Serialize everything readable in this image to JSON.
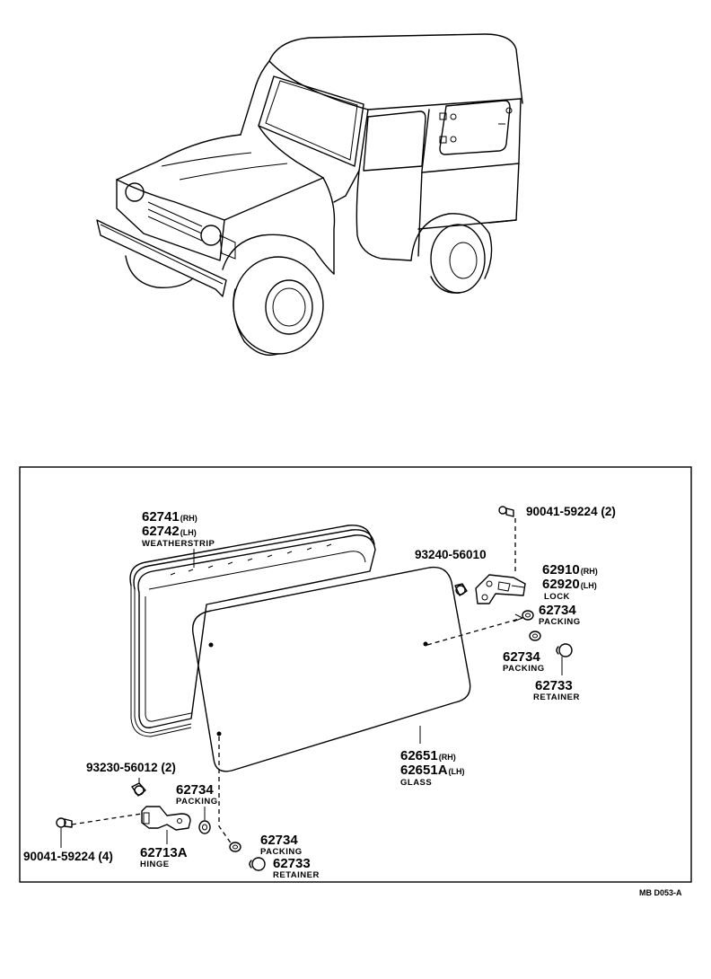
{
  "drawing_code": "MB D053-A",
  "vehicle": {
    "illustration": "vehicle-hardtop-outline"
  },
  "parts": {
    "weatherstrip": {
      "pn_rh": "62741",
      "sfx_rh": "(RH)",
      "pn_lh": "62742",
      "sfx_lh": "(LH)",
      "name": "WEATHERSTRIP"
    },
    "glass": {
      "pn_rh": "62651",
      "sfx_rh": "(RH)",
      "pn_lh": "62651A",
      "sfx_lh": "(LH)",
      "name": "GLASS"
    },
    "lock": {
      "pn_rh": "62910",
      "sfx_rh": "(RH)",
      "pn_lh": "62920",
      "sfx_lh": "(LH)",
      "name": "LOCK"
    },
    "hinge": {
      "pn": "62713A",
      "name": "HINGE"
    },
    "screw_top": {
      "text": "90041-59224 (2)"
    },
    "screw_hinge": {
      "text": "90041-59224 (4)"
    },
    "bolt_lock": {
      "text": "93240-56010"
    },
    "bolt_hinge": {
      "text": "93230-56012 (2)"
    },
    "packing_lock_1": {
      "pn": "62734",
      "name": "PACKING"
    },
    "packing_lock_2": {
      "pn": "62734",
      "name": "PACKING"
    },
    "retainer_lock": {
      "pn": "62733",
      "name": "RETAINER"
    },
    "packing_hinge_1": {
      "pn": "62734",
      "name": "PACKING"
    },
    "packing_hinge_2": {
      "pn": "62734",
      "name": "PACKING"
    },
    "retainer_hinge": {
      "pn": "62733",
      "name": "RETAINER"
    }
  }
}
